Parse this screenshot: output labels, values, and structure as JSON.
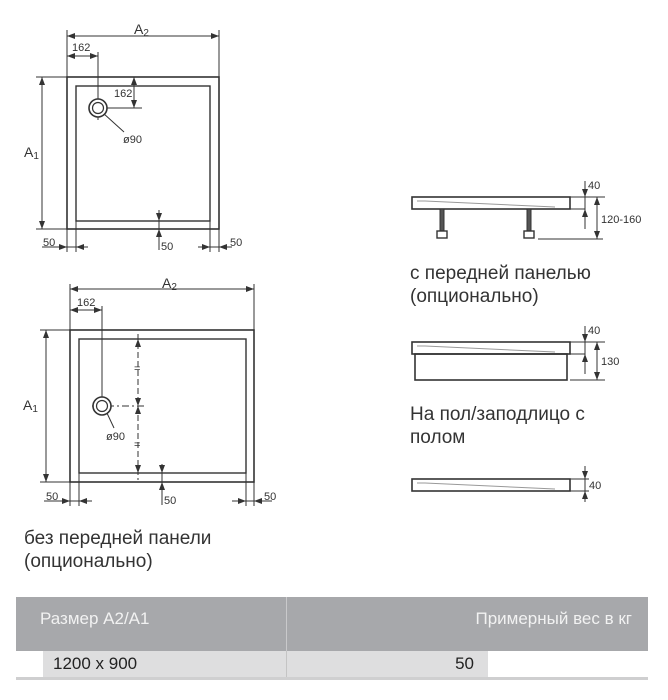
{
  "drawings": {
    "top_plan": {
      "labels": {
        "a2": "A2",
        "a1": "A1",
        "drain_offset_x": "162",
        "drain_offset_y": "162",
        "drain_diameter": "ø90",
        "rim_left": "50",
        "rim_bottom": "50",
        "rim_right": "50"
      }
    },
    "bottom_plan": {
      "labels": {
        "a2": "A2",
        "a1": "A1",
        "drain_offset_x": "162",
        "drain_diameter": "ø90",
        "equal_top": "=",
        "equal_bottom": "=",
        "rim_left": "50",
        "rim_bottom": "50",
        "rim_right": "50"
      }
    },
    "profile_legs": {
      "rim_height": "40",
      "total_height": "120-160"
    },
    "profile_panel": {
      "rim_height": "40",
      "total_height": "130"
    },
    "profile_flush": {
      "rim_height": "40"
    }
  },
  "captions": {
    "with_front_panel": "с передней панелью",
    "with_front_panel_optional": "(опционально)",
    "floor_flush_line1": "На пол/заподлицо с",
    "floor_flush_line2": "полом",
    "without_front_panel": "без передней панели",
    "without_front_panel_optional": "(опционально)"
  },
  "table": {
    "headers": {
      "size": "Размер A2/A1",
      "weight": "Примерный вес в кг"
    },
    "rows": [
      {
        "size": "1200 x 900",
        "weight": "50"
      }
    ]
  },
  "colors": {
    "header_bg": "#a7a8ab",
    "cell_bg": "#dededf",
    "line": "#333333"
  }
}
